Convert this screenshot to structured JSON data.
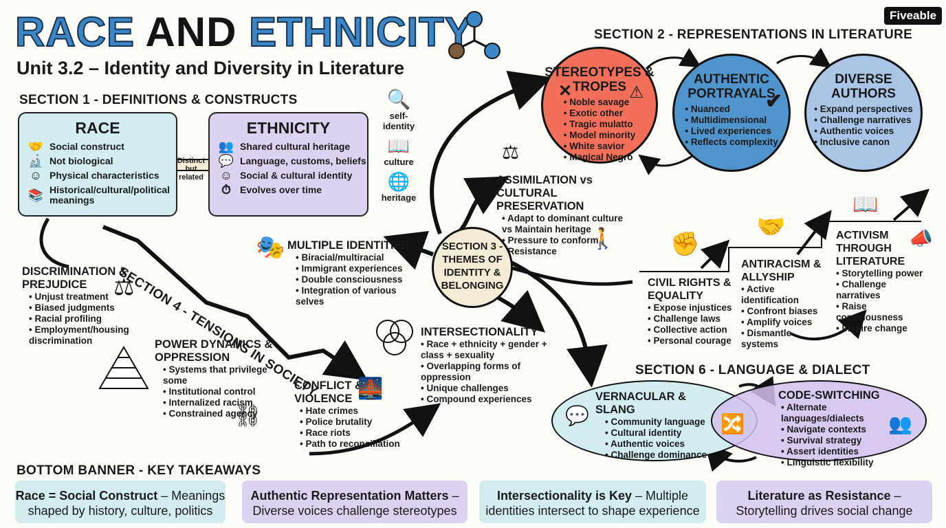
{
  "header": {
    "title_race": "RACE",
    "title_and": "AND",
    "title_ethnicity": "ETHNICITY",
    "subtitle": "Unit 3.2 – Identity and Diversity in Literature",
    "brand": "Fiveable"
  },
  "section1": {
    "heading": "SECTION 1 - DEFINITIONS & CONSTRUCTS",
    "race": {
      "title": "RACE",
      "items": [
        {
          "icon": "handshake-icon",
          "text": "Social construct"
        },
        {
          "icon": "microscope-icon",
          "text": "Not biological"
        },
        {
          "icon": "head-icon",
          "text": "Physical characteristics"
        },
        {
          "icon": "books-icon",
          "text": "Historical/cultural/political meanings"
        }
      ]
    },
    "connector": "Distinct but related",
    "ethnicity": {
      "title": "ETHNICITY",
      "items": [
        {
          "icon": "people-icon",
          "text": "Shared cultural heritage"
        },
        {
          "icon": "speech-icon",
          "text": "Language, customs, beliefs"
        },
        {
          "icon": "person-icon",
          "text": "Social & cultural identity"
        },
        {
          "icon": "clock-icon",
          "text": "Evolves over time"
        }
      ]
    },
    "side_icons": [
      {
        "icon": "mirror-icon",
        "label": "self-identity"
      },
      {
        "icon": "book-icon",
        "label": "culture"
      },
      {
        "icon": "globe-icon",
        "label": "heritage"
      }
    ]
  },
  "section2": {
    "heading": "SECTION 2 - REPRESENTATIONS IN LITERATURE",
    "circles": [
      {
        "title": "STEREOTYPES & TROPES",
        "color": "#f2705a",
        "items": [
          "Noble savage",
          "Exotic other",
          "Tragic mulatto",
          "Model minority",
          "White savior",
          "Magical Negro"
        ]
      },
      {
        "title": "AUTHENTIC PORTRAYALS",
        "color": "#4f94cc",
        "items": [
          "Nuanced",
          "Multidimensional",
          "Lived experiences",
          "Reflects complexity"
        ]
      },
      {
        "title": "DIVERSE AUTHORS",
        "color": "#a9c4e4",
        "items": [
          "Expand perspectives",
          "Challenge narratives",
          "Authentic voices",
          "Inclusive canon"
        ]
      }
    ]
  },
  "section3": {
    "hub": "SECTION 3 - THEMES OF IDENTITY & BELONGING",
    "assimilation": {
      "title": "ASSIMILATION vs CULTURAL PRESERVATION",
      "items": [
        "Adapt to dominant culture vs Maintain heritage",
        "Pressure to conform",
        "Resistance"
      ]
    },
    "multiple": {
      "title": "MULTIPLE IDENTITIES",
      "items": [
        "Biracial/multiracial",
        "Immigrant experiences",
        "Double consciousness",
        "Integration of various selves"
      ]
    },
    "intersectionality": {
      "title": "INTERSECTIONALITY",
      "items": [
        "Race + ethnicity + gender + class + sexuality",
        "Overlapping forms of oppression",
        "Unique challenges",
        "Compound experiences"
      ]
    }
  },
  "section4": {
    "heading": "SECTION 4 - TENSIONS IN SOCIETY",
    "discrimination": {
      "title": "DISCRIMINATION & PREJUDICE",
      "items": [
        "Unjust treatment",
        "Biased judgments",
        "Racial profiling",
        "Employment/housing discrimination"
      ]
    },
    "power": {
      "title": "POWER DYNAMICS & OPPRESSION",
      "items": [
        "Systems that privilege some",
        "Institutional control",
        "Internalized racism",
        "Constrained agency"
      ]
    },
    "conflict": {
      "title": "CONFLICT & VIOLENCE",
      "items": [
        "Hate crimes",
        "Police brutality",
        "Race riots",
        "Path to reconciliation"
      ]
    }
  },
  "section5": {
    "civil": {
      "title": "CIVIL RIGHTS & EQUALITY",
      "items": [
        "Expose injustices",
        "Challenge laws",
        "Collective action",
        "Personal courage"
      ]
    },
    "antiracism": {
      "title": "ANTIRACISM & ALLYSHIP",
      "items": [
        "Active identification",
        "Confront biases",
        "Amplify voices",
        "Dismantle systems"
      ]
    },
    "activism": {
      "title": "ACTIVISM THROUGH LITERATURE",
      "items": [
        "Storytelling power",
        "Challenge narratives",
        "Raise consciousness",
        "Inspire change"
      ]
    }
  },
  "section6": {
    "heading": "SECTION 6 - LANGUAGE & DIALECT",
    "vernacular": {
      "title": "VERNACULAR & SLANG",
      "items": [
        "Community language",
        "Cultural identity",
        "Authentic voices",
        "Challenge dominance"
      ]
    },
    "codeswitch": {
      "title": "CODE-SWITCHING",
      "items": [
        "Alternate languages/dialects",
        "Navigate contexts",
        "Survival strategy",
        "Assert identities",
        "Linguistic flexibility"
      ]
    }
  },
  "banner": {
    "heading": "BOTTOM BANNER - KEY TAKEAWAYS",
    "cards": [
      {
        "bold": "Race = Social Construct",
        "rest": " – Meanings shaped by history, culture, politics",
        "color": "#d3ecef"
      },
      {
        "bold": "Authentic Representation Matters",
        "rest": " – Diverse voices challenge stereotypes",
        "color": "#dcd2f0"
      },
      {
        "bold": "Intersectionality is Key",
        "rest": " – Multiple identities intersect to shape experience",
        "color": "#d3ecef"
      },
      {
        "bold": "Literature as Resistance",
        "rest": " – Storytelling drives social change",
        "color": "#dcd2f0"
      }
    ]
  }
}
